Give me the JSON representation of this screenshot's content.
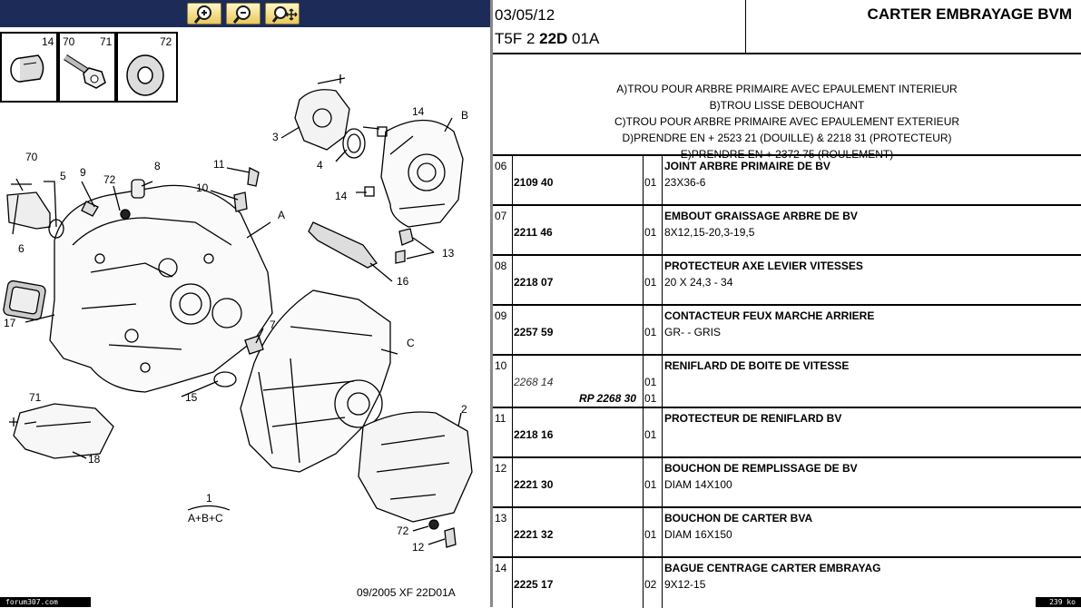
{
  "toolbar": {
    "zoom_in_icon": "zoom-in-icon",
    "zoom_out_icon": "zoom-out-icon",
    "zoom_fit_icon": "zoom-fit-icon"
  },
  "insets": [
    {
      "labels": [
        "14"
      ]
    },
    {
      "labels": [
        "70",
        "71"
      ]
    },
    {
      "labels": [
        "72"
      ]
    }
  ],
  "callouts": {
    "c70": "70",
    "c5": "5",
    "c9": "9",
    "c72a": "72",
    "c8": "8",
    "c11": "11",
    "c10": "10",
    "c6": "6",
    "c3": "3",
    "c4": "4",
    "c14a": "14",
    "c14b": "14",
    "cB": "B",
    "cA": "A",
    "c13": "13",
    "c16": "16",
    "c17": "17",
    "c7": "7",
    "cC": "C",
    "c15": "15",
    "c71": "71",
    "c18": "18",
    "c2": "2",
    "c72b": "72",
    "c12": "12",
    "c1": "1",
    "formula": "A+B+C"
  },
  "left_footer": "09/2005   XF 22D01A",
  "credit": "forum307.com",
  "header": {
    "date": "03/05/12",
    "ref_prefix": "T5F 2 ",
    "ref_bold": "22D",
    "ref_suffix": " 01A",
    "title": "CARTER EMBRAYAGE BVM"
  },
  "notes": [
    "A)TROU POUR ARBRE PRIMAIRE AVEC EPAULEMENT INTERIEUR",
    "B)TROU LISSE DEBOUCHANT",
    "C)TROU POUR ARBRE PRIMAIRE AVEC EPAULEMENT EXTERIEUR",
    "D)PRENDRE EN + 2523 21 (DOUILLE) & 2218 31 (PROTECTEUR)",
    "E)PRENDRE EN + 2372 75 (ROULEMENT)"
  ],
  "rows": [
    {
      "pos": "06",
      "part": "2109 40",
      "qty": "01",
      "name": "JOINT ARBRE PRIMAIRE DE BV",
      "desc": "23X36-6"
    },
    {
      "pos": "07",
      "part": "2211 46",
      "qty": "01",
      "name": "EMBOUT GRAISSAGE ARBRE DE BV",
      "desc": "8X12,15-20,3-19,5"
    },
    {
      "pos": "08",
      "part": "2218 07",
      "qty": "01",
      "name": "PROTECTEUR AXE LEVIER VITESSES",
      "desc": "20 X 24,3 - 34"
    },
    {
      "pos": "09",
      "part": "2257 59",
      "qty": "01",
      "name": "CONTACTEUR FEUX MARCHE ARRIERE",
      "desc": "GR- - GRIS"
    },
    {
      "pos": "10",
      "part": "2268 14",
      "qty": "01",
      "name": "RENIFLARD DE BOITE DE VITESSE",
      "desc": "",
      "rp": "RP 2268 30",
      "qty2": "01",
      "old": true
    },
    {
      "pos": "11",
      "part": "2218 16",
      "qty": "01",
      "name": "PROTECTEUR DE RENIFLARD BV",
      "desc": ""
    },
    {
      "pos": "12",
      "part": "2221 30",
      "qty": "01",
      "name": "BOUCHON DE REMPLISSAGE DE BV",
      "desc": "DIAM 14X100"
    },
    {
      "pos": "13",
      "part": "2221 32",
      "qty": "01",
      "name": "BOUCHON DE CARTER BVA",
      "desc": "DIAM 16X150"
    },
    {
      "pos": "14",
      "part": "2225 17",
      "qty": "02",
      "name": "BAGUE CENTRAGE CARTER EMBRAYAG",
      "desc": "9X12-15"
    }
  ],
  "size_badge": "239 ko"
}
